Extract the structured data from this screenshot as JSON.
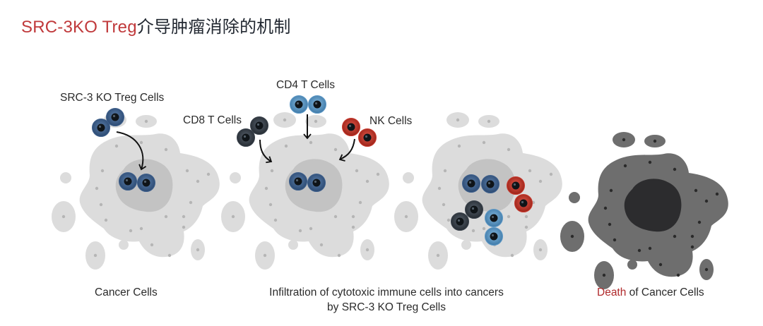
{
  "title": {
    "accent_text": "SRC-3KO Treg",
    "rest_text": "介导肿瘤消除的机制",
    "accent_color": "#c0393b"
  },
  "panels": [
    {
      "id": "cancer-cells",
      "labels": {
        "treg": "SRC-3 KO Treg Cells"
      },
      "caption": "Cancer Cells"
    },
    {
      "id": "infiltration",
      "labels": {
        "cd8": "CD8 T Cells",
        "cd4": "CD4 T Cells",
        "nk": "NK Cells"
      },
      "caption_line1": "Infiltration of cytotoxic immune cells into cancers",
      "caption_line2": "by SRC-3 KO Treg Cells"
    },
    {
      "id": "attack",
      "caption": ""
    },
    {
      "id": "death",
      "caption_accent": "Death",
      "caption_rest": " of Cancer Cells"
    }
  ],
  "colors": {
    "cancer_light": "#dcdcdc",
    "nucleus_light": "#c3c3c3",
    "cancer_dead": "#6e6e6e",
    "nucleus_dead": "#2c2c2e",
    "treg": "#3d5f8c",
    "cd8": "#39414b",
    "cd4": "#5d98c6",
    "nk": "#c8382d"
  }
}
